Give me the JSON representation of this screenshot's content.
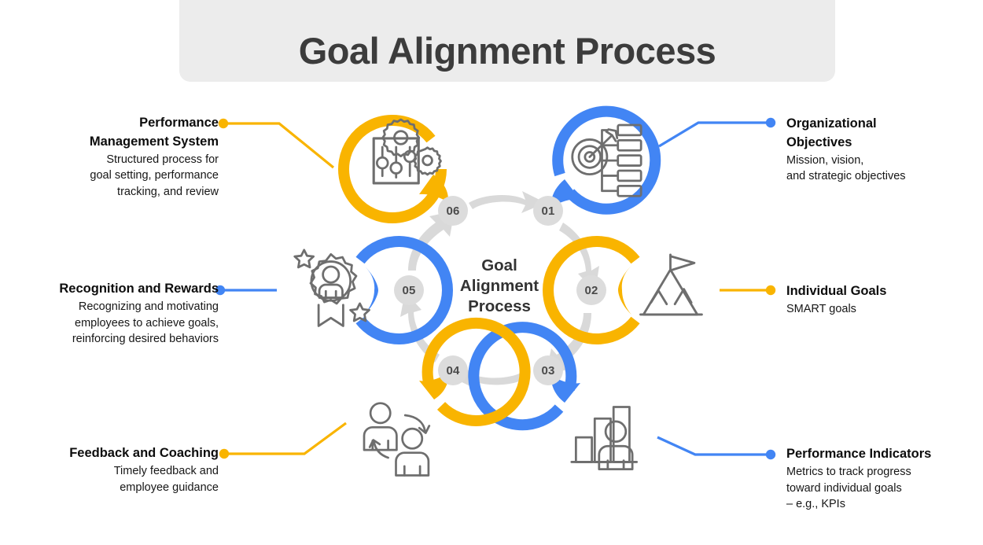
{
  "header": {
    "title": "Goal Alignment Process"
  },
  "center": {
    "line1": "Goal",
    "line2": "Alignment",
    "line3": "Process"
  },
  "colors": {
    "blue": "#4285F4",
    "yellow": "#F9B400",
    "gray_arrow": "#D9D9D9",
    "step_bubble": "#DCDCDC",
    "banner_bg": "#ECECEC",
    "icon_stroke": "#6E6E6E",
    "title_text": "#3C3C3C"
  },
  "steps": [
    {
      "number": "01",
      "side": "right",
      "color": "#4285F4",
      "icon": "target-objectives-icon",
      "heading": "Organizational Objectives",
      "heading_lines": [
        "Organizational",
        "Objectives"
      ],
      "body": "Mission, vision, and strategic objectives",
      "body_lines": [
        "Mission, vision,",
        "and strategic objectives"
      ]
    },
    {
      "number": "02",
      "side": "right",
      "color": "#F9B400",
      "icon": "mountain-flag-icon",
      "heading": "Individual Goals",
      "heading_lines": [
        "Individual Goals"
      ],
      "body": "SMART goals",
      "body_lines": [
        "SMART goals"
      ]
    },
    {
      "number": "03",
      "side": "right",
      "color": "#4285F4",
      "icon": "bar-chart-person-icon",
      "heading": "Performance Indicators",
      "heading_lines": [
        "Performance Indicators"
      ],
      "body": "Metrics to track progress toward individual goals – e.g., KPIs",
      "body_lines": [
        "Metrics to track progress",
        "toward individual goals",
        "– e.g., KPIs"
      ]
    },
    {
      "number": "04",
      "side": "left",
      "color": "#F9B400",
      "icon": "two-people-feedback-icon",
      "heading": "Feedback and Coaching",
      "heading_lines": [
        "Feedback and Coaching"
      ],
      "body": "Timely feedback and employee guidance",
      "body_lines": [
        "Timely feedback and",
        "employee guidance"
      ]
    },
    {
      "number": "05",
      "side": "left",
      "color": "#4285F4",
      "icon": "award-badge-person-icon",
      "heading": "Recognition and Rewards",
      "heading_lines": [
        "Recognition and Rewards"
      ],
      "body": "Recognizing and motivating employees to achieve goals, reinforcing desired behaviors",
      "body_lines": [
        "Recognizing and motivating",
        "employees to achieve goals,",
        "reinforcing desired behaviors"
      ]
    },
    {
      "number": "06",
      "side": "left",
      "color": "#F9B400",
      "icon": "gears-sliders-icon",
      "heading": "Performance Management System",
      "heading_lines": [
        "Performance",
        "Management System"
      ],
      "body": "Structured process for goal setting, performance tracking, and review",
      "body_lines": [
        "Structured process for",
        "goal setting, performance",
        "tracking, and review"
      ]
    }
  ]
}
